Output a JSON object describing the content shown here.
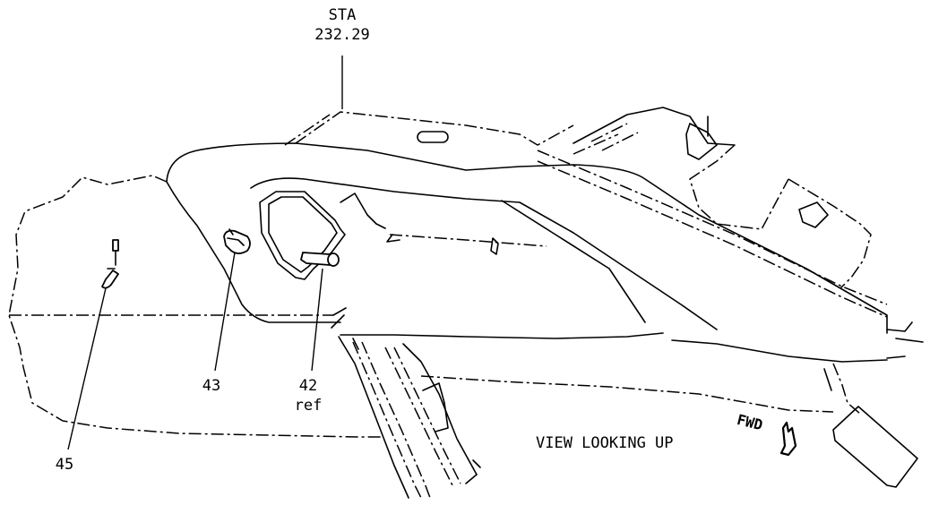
{
  "station": {
    "prefix": "STA",
    "value": "232.29"
  },
  "callouts": {
    "c43": "43",
    "c42": "42",
    "c42_suffix": "ref",
    "c45": "45"
  },
  "view_label": "VIEW LOOKING UP",
  "fwd_label": "FWD",
  "icons": [
    "fwd-arrow-icon"
  ]
}
